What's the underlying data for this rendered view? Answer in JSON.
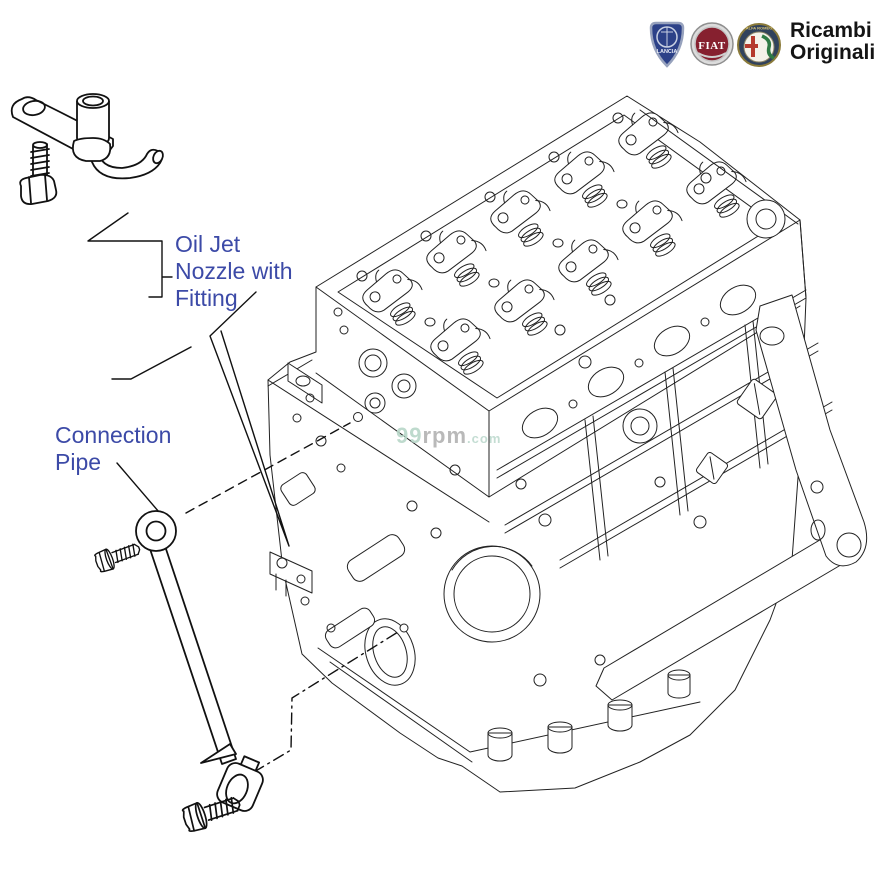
{
  "branding": {
    "name_line1": "Ricambi",
    "name_line2": "Originali",
    "badges": {
      "lancia": "LANCIA",
      "fiat": "FIAT",
      "alfa": "ALFA ROMEO"
    }
  },
  "labels": {
    "oil_jet": {
      "line1": "Oil Jet",
      "line2": "Nozzle with",
      "line3": "Fitting"
    },
    "connection_pipe": {
      "line1": "Connection",
      "line2": "Pipe"
    },
    "text_color": "#3c4aa7"
  },
  "watermark": {
    "part1": "99",
    "part2": "rpm",
    "part3": ".com"
  },
  "diagram": {
    "type": "exploded parts line drawing",
    "line_color": "#222222",
    "parts": [
      {
        "label": "Oil Jet Nozzle with Fitting"
      },
      {
        "label": "Connection Pipe"
      }
    ]
  }
}
